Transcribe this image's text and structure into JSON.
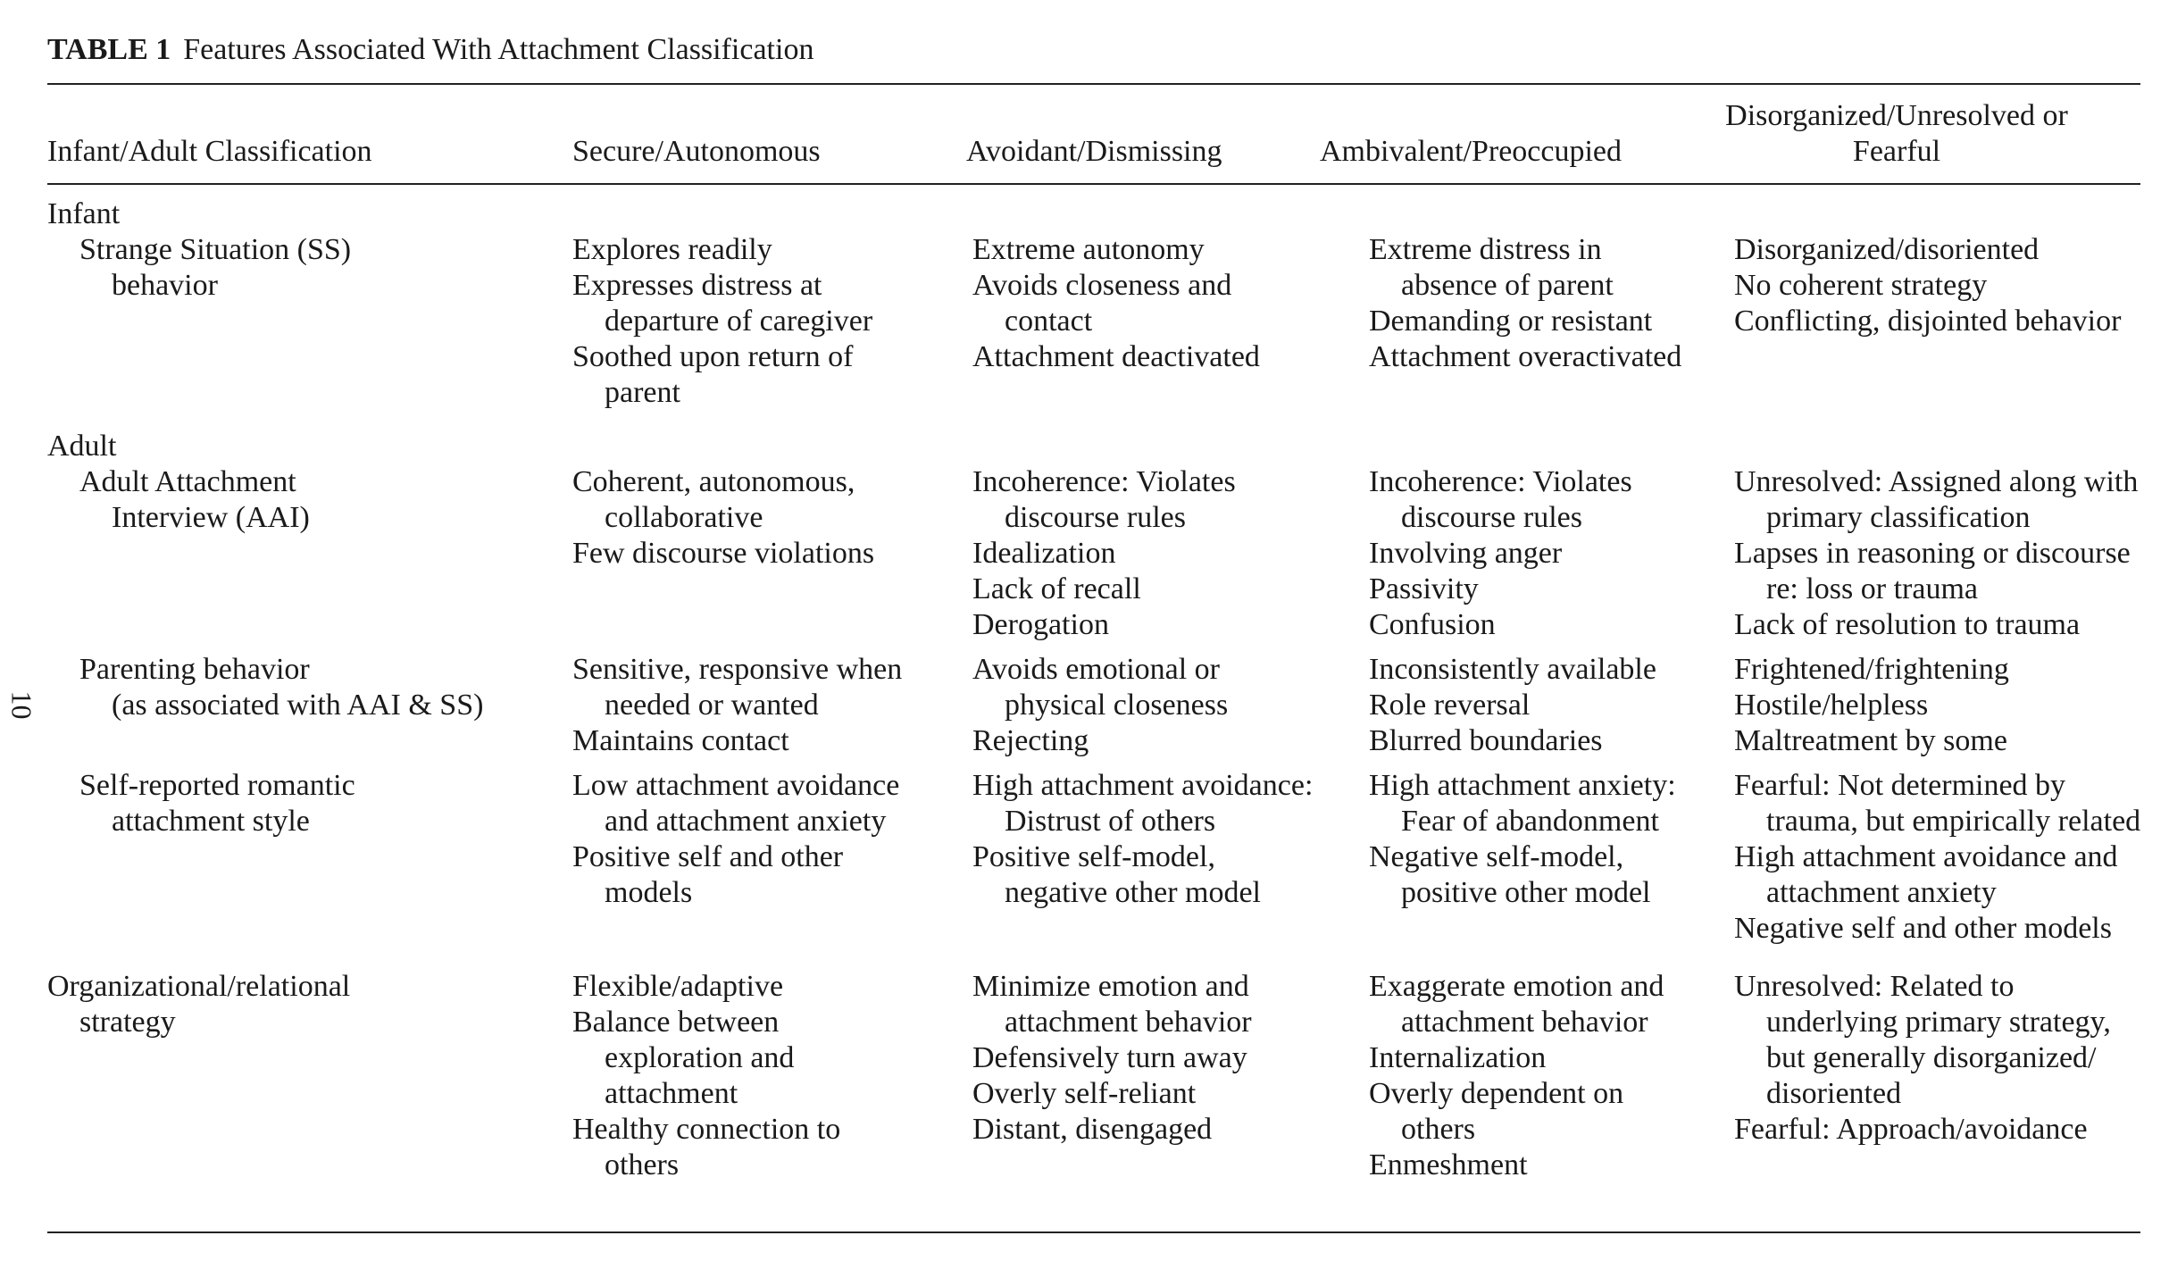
{
  "caption": {
    "label": "TABLE 1",
    "title": "Features Associated With Attachment Classification"
  },
  "page_number": "10",
  "headers": {
    "row_label": "Infant/Adult Classification",
    "secure": "Secure/Autonomous",
    "avoidant": "Avoidant/Dismissing",
    "ambivalent": "Ambivalent/Preoccupied",
    "disorganized": "Disorganized/Unresolved or Fearful"
  },
  "sections": {
    "infant": "Infant",
    "adult": "Adult"
  },
  "rows": {
    "ss": {
      "label": [
        "Strange Situation (SS)",
        "behavior"
      ],
      "secure": [
        [
          "Explores readily"
        ],
        [
          "Expresses distress at",
          "departure of caregiver"
        ],
        [
          "Soothed upon return of",
          "parent"
        ]
      ],
      "avoidant": [
        [
          "Extreme autonomy"
        ],
        [
          "Avoids closeness and",
          "contact"
        ],
        [
          "Attachment deactivated"
        ]
      ],
      "ambivalent": [
        [
          "Extreme distress in",
          "absence of parent"
        ],
        [
          "Demanding or resistant"
        ],
        [
          "Attachment overactivated"
        ]
      ],
      "disorganized": [
        [
          "Disorganized/disoriented"
        ],
        [
          "No coherent strategy"
        ],
        [
          "Conflicting, disjointed behavior"
        ]
      ]
    },
    "aai": {
      "label": [
        "Adult Attachment",
        "Interview (AAI)"
      ],
      "secure": [
        [
          "Coherent, autonomous,",
          "collaborative"
        ],
        [
          "Few discourse violations"
        ]
      ],
      "avoidant": [
        [
          "Incoherence: Violates",
          "discourse rules"
        ],
        [
          "Idealization"
        ],
        [
          "Lack of recall"
        ],
        [
          "Derogation"
        ]
      ],
      "ambivalent": [
        [
          "Incoherence: Violates",
          "discourse rules"
        ],
        [
          "Involving anger"
        ],
        [
          "Passivity"
        ],
        [
          "Confusion"
        ]
      ],
      "disorganized": [
        [
          "Unresolved: Assigned along with",
          "primary classification"
        ],
        [
          "Lapses in reasoning or discourse",
          "re: loss or trauma"
        ],
        [
          "Lack of resolution to trauma"
        ]
      ]
    },
    "parenting": {
      "label": [
        "Parenting behavior",
        "(as associated with AAI & SS)"
      ],
      "secure": [
        [
          "Sensitive, responsive when",
          "needed or wanted"
        ],
        [
          "Maintains contact"
        ]
      ],
      "avoidant": [
        [
          "Avoids emotional or",
          "physical closeness"
        ],
        [
          "Rejecting"
        ]
      ],
      "ambivalent": [
        [
          "Inconsistently available"
        ],
        [
          "Role reversal"
        ],
        [
          "Blurred boundaries"
        ]
      ],
      "disorganized": [
        [
          "Frightened/frightening"
        ],
        [
          "Hostile/helpless"
        ],
        [
          "Maltreatment by some"
        ]
      ]
    },
    "romantic": {
      "label": [
        "Self-reported romantic",
        "attachment style"
      ],
      "secure": [
        [
          "Low attachment avoidance",
          "and attachment anxiety"
        ],
        [
          "Positive self and other",
          "models"
        ]
      ],
      "avoidant": [
        [
          "High attachment avoidance:",
          "Distrust of others"
        ],
        [
          "Positive self-model,",
          "negative other model"
        ]
      ],
      "ambivalent": [
        [
          "High attachment anxiety:",
          "Fear of abandonment"
        ],
        [
          "Negative self-model,",
          "positive other model"
        ]
      ],
      "disorganized": [
        [
          "Fearful: Not determined by",
          "trauma, but empirically related"
        ],
        [
          "High attachment avoidance and",
          "attachment anxiety"
        ],
        [
          "Negative self and other models"
        ]
      ]
    },
    "strategy": {
      "label": [
        "Organizational/relational",
        "strategy"
      ],
      "secure": [
        [
          "Flexible/adaptive"
        ],
        [
          "Balance between",
          "exploration and",
          "attachment"
        ],
        [
          "Healthy connection to",
          "others"
        ]
      ],
      "avoidant": [
        [
          "Minimize emotion and",
          "attachment behavior"
        ],
        [
          "Defensively turn away"
        ],
        [
          "Overly self-reliant"
        ],
        [
          "Distant, disengaged"
        ]
      ],
      "ambivalent": [
        [
          "Exaggerate emotion and",
          "attachment behavior"
        ],
        [
          "Internalization"
        ],
        [
          "Overly dependent on",
          "others"
        ],
        [
          "Enmeshment"
        ]
      ],
      "disorganized": [
        [
          "Unresolved: Related to",
          "underlying primary strategy,",
          "but generally disorganized/",
          "disoriented"
        ],
        [
          "Fearful: Approach/avoidance"
        ]
      ]
    }
  }
}
